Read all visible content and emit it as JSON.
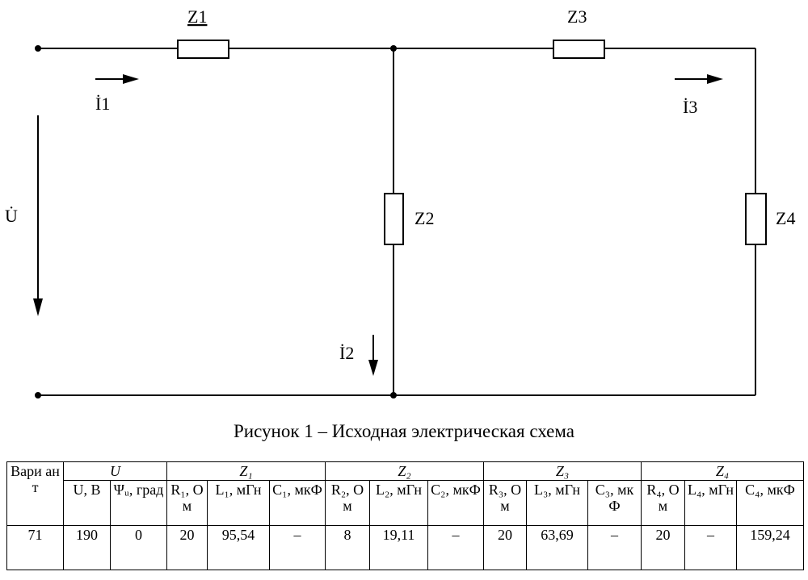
{
  "diagram": {
    "labels": {
      "z1": "Z1",
      "z2": "Z2",
      "z3": "Z3",
      "z4": "Z4",
      "i1": "İ1",
      "i2": "İ2",
      "i3": "İ3",
      "u": "U̇"
    }
  },
  "caption": "Рисунок 1 – Исходная электрическая схема",
  "table": {
    "variant_header": "Вари ант",
    "groups": [
      "U",
      "Z₁",
      "Z₂",
      "Z₃",
      "Z₄"
    ],
    "subheaders": [
      "U, В",
      "Ψᵤ, град",
      "R₁, Ом",
      "L₁, мГн",
      "C₁, мкФ",
      "R₂, Ом",
      "L₂, мГн",
      "C₂, мкФ",
      "R₃, Ом",
      "L₃, мГн",
      "C₃, мкФ",
      "R₄, Ом",
      "L₄, мГн",
      "C₄, мкФ"
    ],
    "row": [
      "71",
      "190",
      "0",
      "20",
      "95,54",
      "–",
      "8",
      "19,11",
      "–",
      "20",
      "63,69",
      "–",
      "20",
      "–",
      "159,24"
    ]
  }
}
